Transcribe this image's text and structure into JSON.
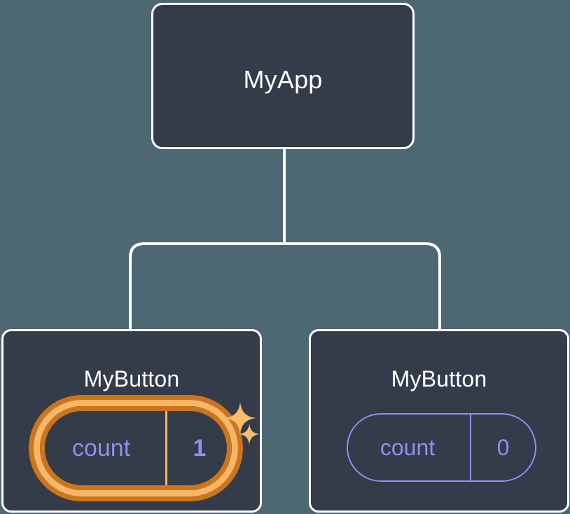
{
  "diagram": {
    "type": "component-tree",
    "background_color": "#4d6872",
    "card_color": "#343b49",
    "edge_color": "#ffffff",
    "accent_highlight_color": "#f7b668",
    "accent_highlight_shadow_color": "#cb761c",
    "state_text_color": "#8a92f0",
    "root": {
      "label": "MyApp"
    },
    "children": [
      {
        "label": "MyButton",
        "highlighted": true,
        "state": {
          "key": "count",
          "value": "1"
        },
        "sparkles": [
          "sparkle-large",
          "sparkle-small"
        ]
      },
      {
        "label": "MyButton",
        "highlighted": false,
        "state": {
          "key": "count",
          "value": "0"
        }
      }
    ]
  }
}
